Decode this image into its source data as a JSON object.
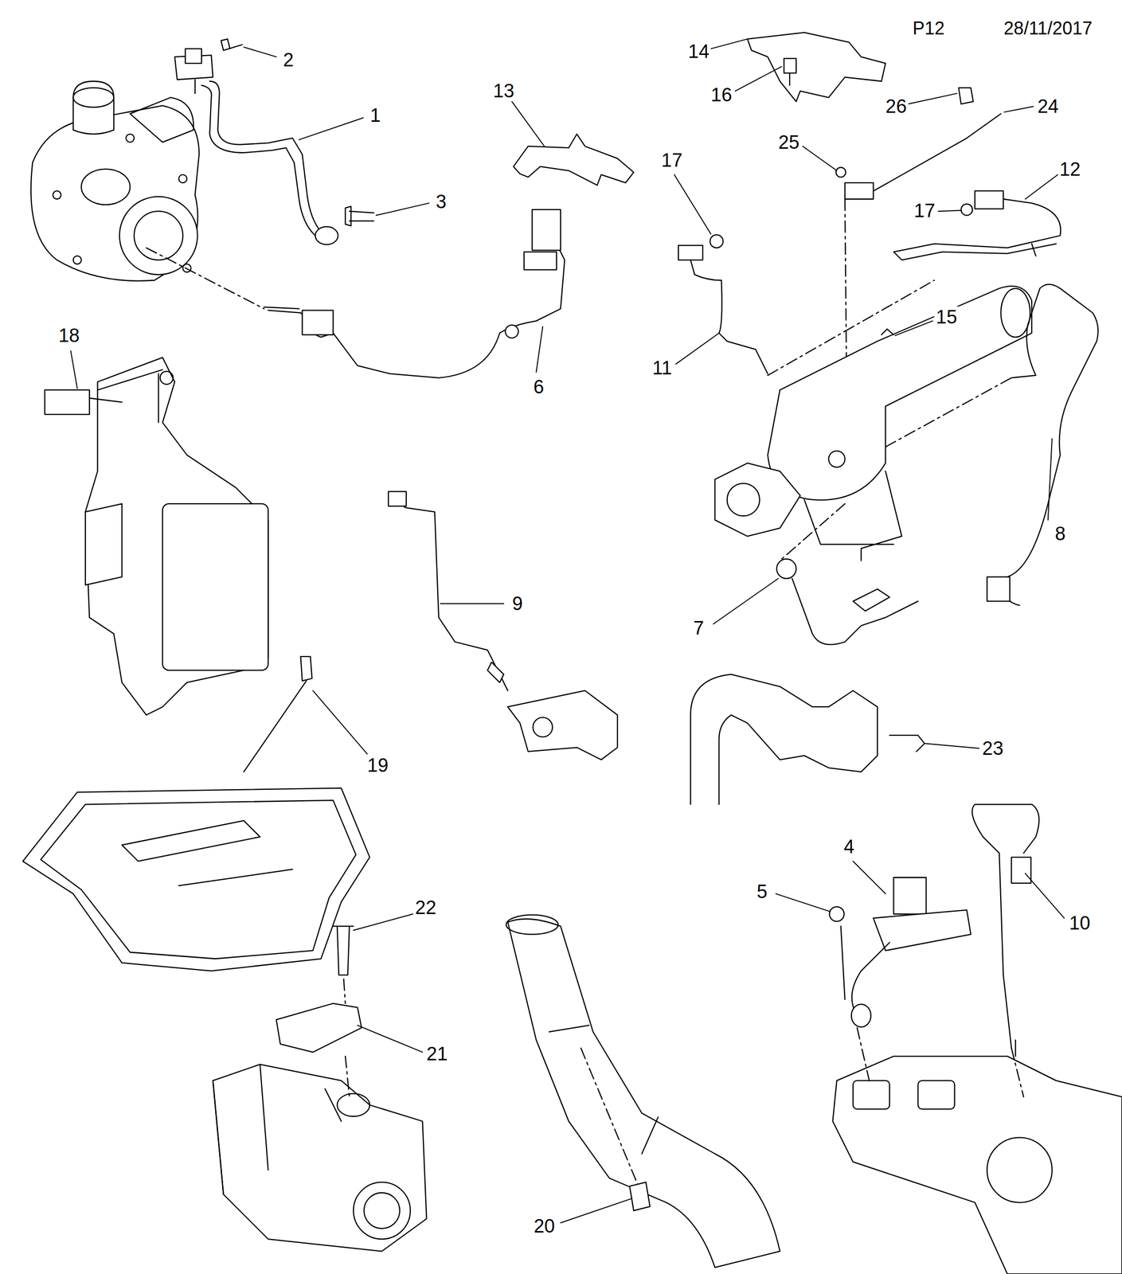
{
  "diagram": {
    "labels": [
      "P12",
      "28/11/2017",
      "14",
      "2",
      "13",
      "16",
      "26",
      "24",
      "1",
      "25",
      "17",
      "12",
      "3",
      "17",
      "18",
      "15",
      "11",
      "6",
      "8",
      "9",
      "7",
      "23",
      "19",
      "4",
      "5",
      "22",
      "10",
      "21",
      "20"
    ]
  }
}
